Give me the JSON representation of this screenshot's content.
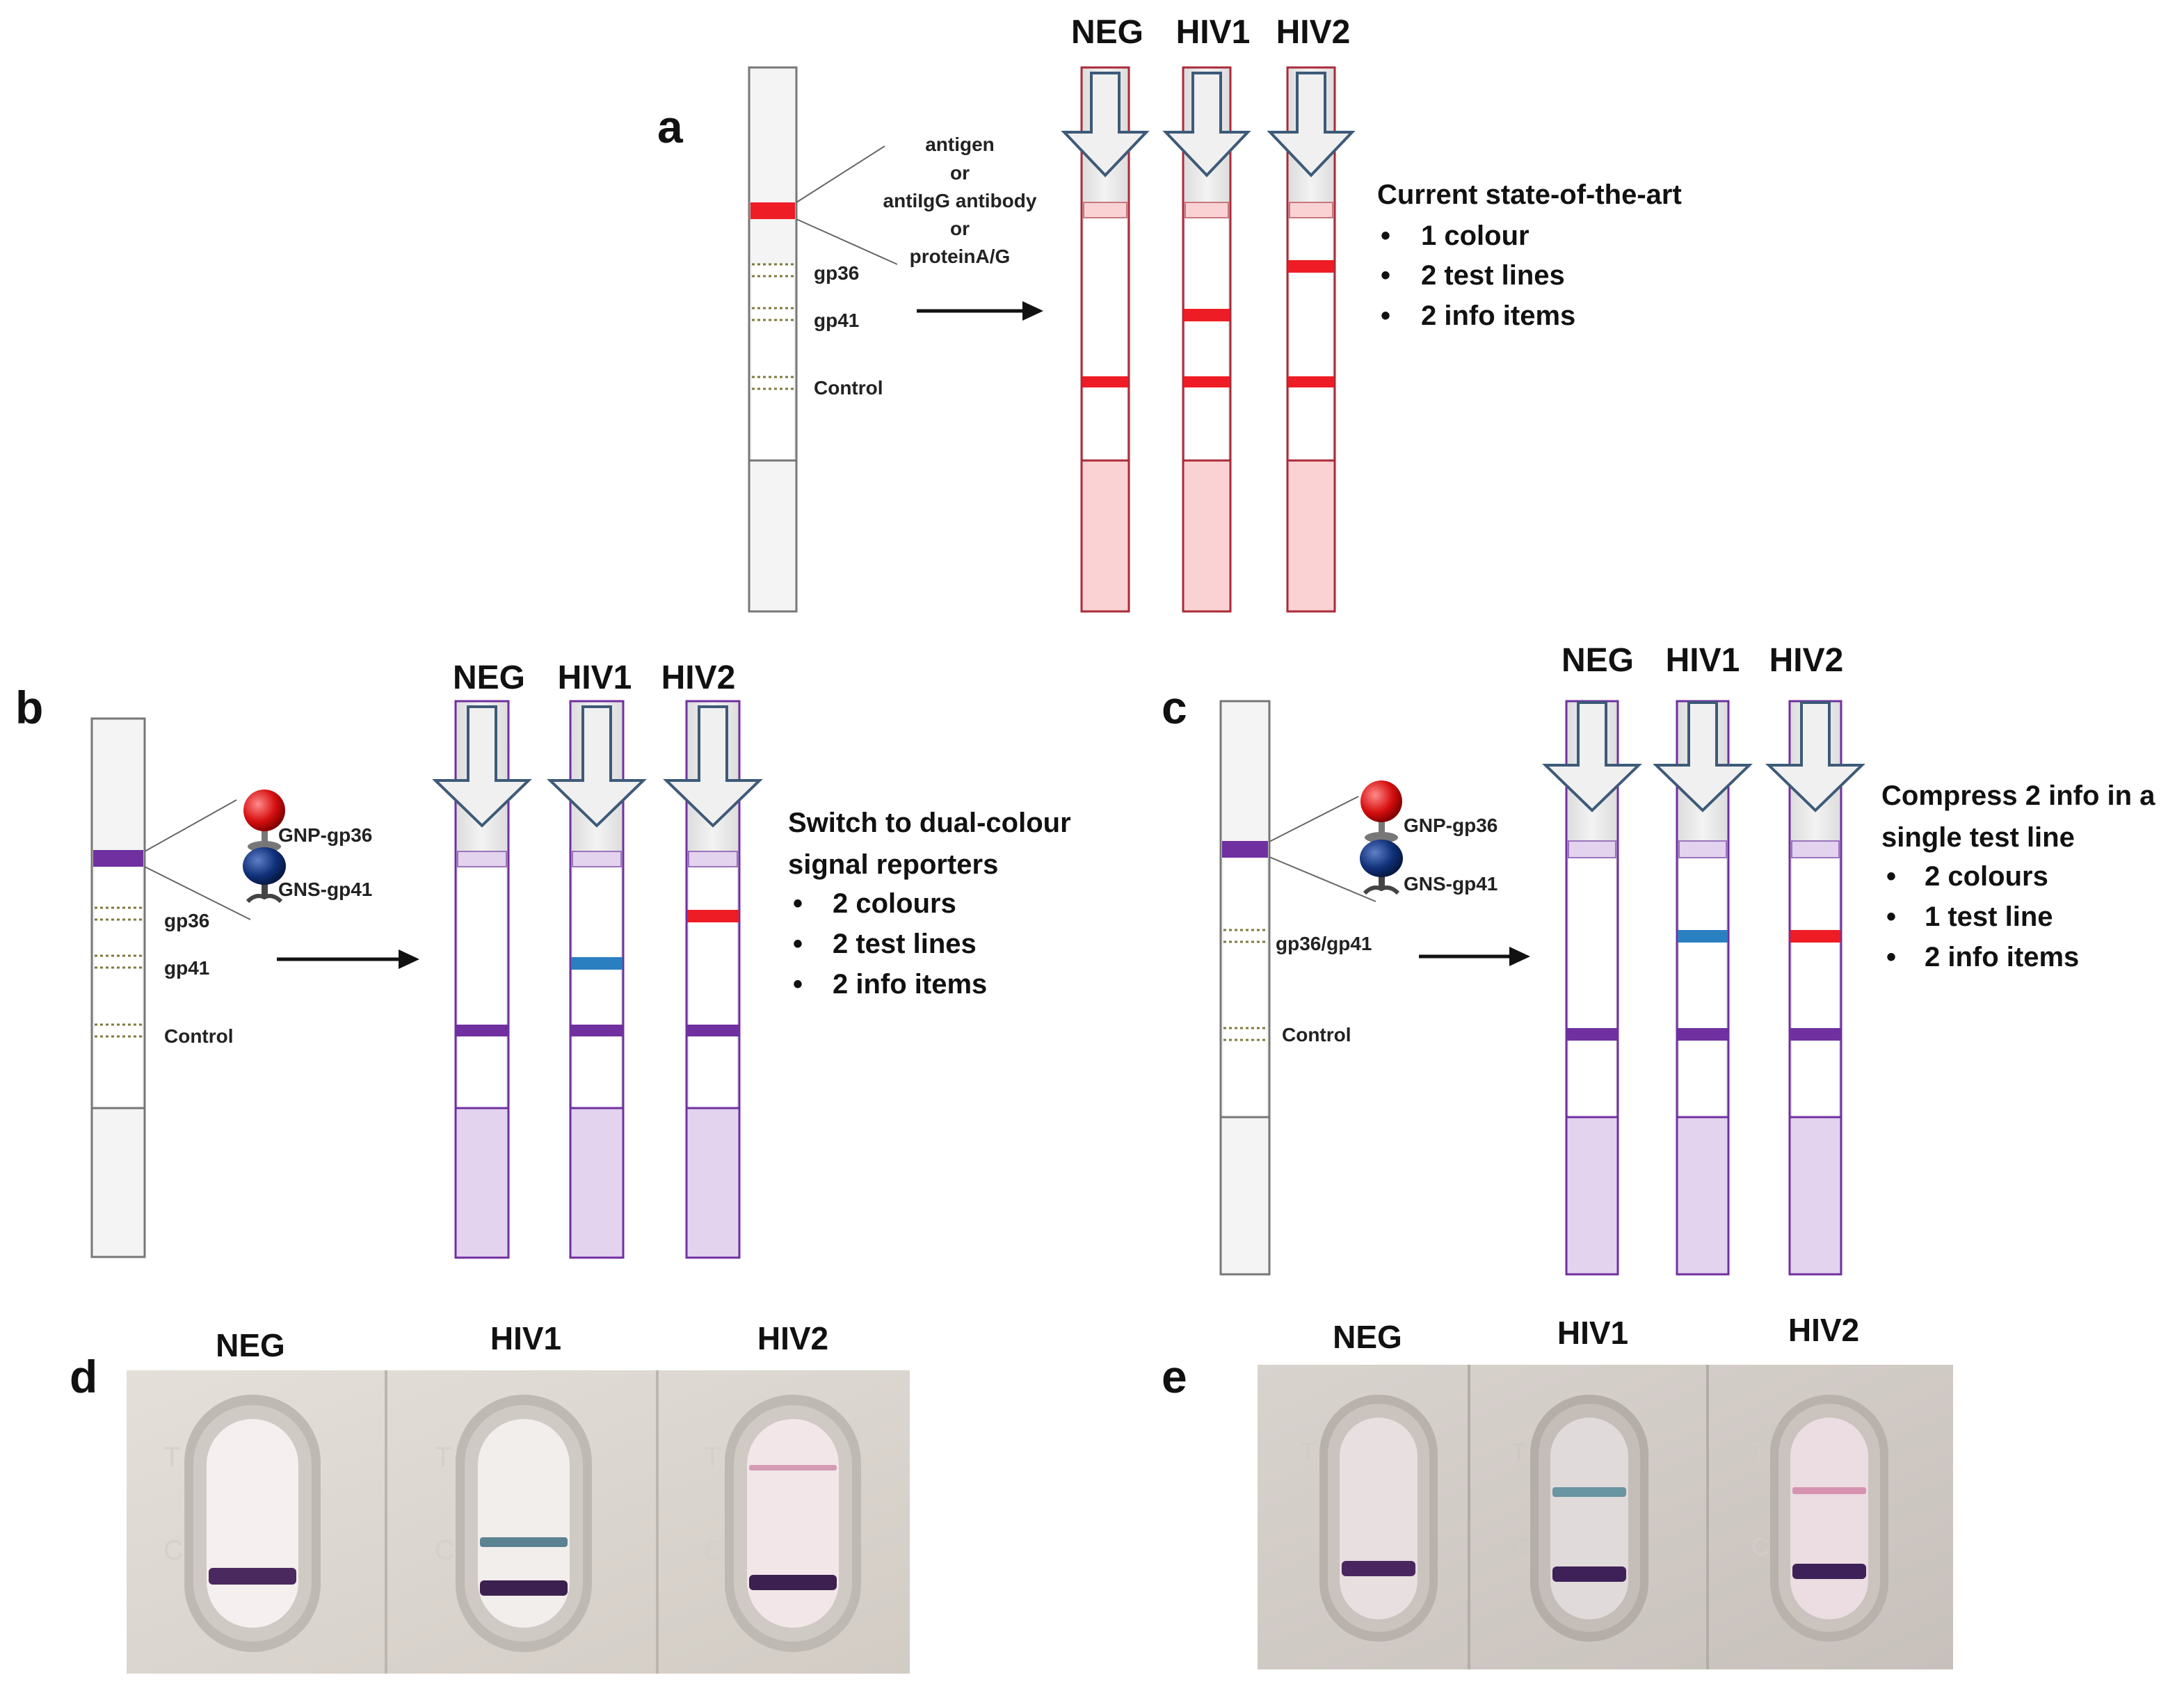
{
  "colors": {
    "red": "#ee1c24",
    "purple": "#7030a0",
    "blue": "#2a7fc1",
    "pink_fill": "#fbd2d4",
    "lilac_fill": "#e3d3ee",
    "strip_grey": "#f2f2f2",
    "dotted_line": "#7d7a3c"
  },
  "lanes": [
    "NEG",
    "HIV1",
    "HIV2"
  ],
  "panel_a": {
    "letter": "a",
    "strip_labels": {
      "gp36": "gp36",
      "gp41": "gp41",
      "control": "Control"
    },
    "capture_lines": [
      "antigen",
      "or",
      "antiIgG antibody",
      "or",
      "proteinA/G"
    ],
    "title": "Current state-of-the-art",
    "bullets": [
      "1 colour",
      "2 test lines",
      "2 info items"
    ],
    "results": {
      "NEG": "control only",
      "HIV1": "gp41 line red",
      "HIV2": "gp36 line red"
    }
  },
  "panel_b": {
    "letter": "b",
    "reporters": [
      "GNP-gp36",
      "GNS-gp41"
    ],
    "strip_labels": {
      "gp36": "gp36",
      "gp41": "gp41",
      "control": "Control"
    },
    "title_lines": [
      "Switch to dual-colour",
      "signal reporters"
    ],
    "bullets": [
      "2 colours",
      "2 test lines",
      "2 info items"
    ]
  },
  "panel_c": {
    "letter": "c",
    "reporters": [
      "GNP-gp36",
      "GNS-gp41"
    ],
    "strip_labels": {
      "test": "gp36/gp41",
      "control": "Control"
    },
    "title_lines": [
      "Compress 2 info in a",
      "single  test line"
    ],
    "bullets": [
      "2 colours",
      "1 test line",
      "2 info items"
    ]
  },
  "panel_d": {
    "letter": "d",
    "labels": [
      "NEG",
      "HIV1",
      "HIV2"
    ]
  },
  "panel_e": {
    "letter": "e",
    "labels": [
      "NEG",
      "HIV1",
      "HIV2"
    ]
  },
  "bullet_glyph": "•",
  "cassette_marks": {
    "test": "T",
    "control": "C"
  }
}
